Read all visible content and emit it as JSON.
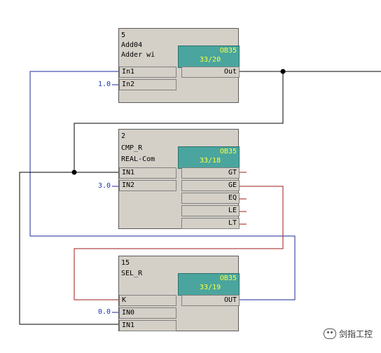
{
  "blocks": [
    {
      "number": "5",
      "type": "Add04",
      "desc": "Adder wi",
      "ob": "OB35",
      "addr": "33/20",
      "inputs": [
        "In1",
        "In2"
      ],
      "outputs": [
        "Out"
      ]
    },
    {
      "number": "2",
      "type": "CMP_R",
      "desc": "REAL-Com",
      "ob": "OB35",
      "addr": "33/18",
      "inputs": [
        "IN1",
        "IN2"
      ],
      "outputs": [
        "GT",
        "GE",
        "EQ",
        "LE",
        "LT"
      ]
    },
    {
      "number": "15",
      "type": "SEL_R",
      "desc": "",
      "ob": "OB35",
      "addr": "33/19",
      "inputs": [
        "K",
        "IN0",
        "IN1"
      ],
      "outputs": [
        "OUT"
      ]
    }
  ],
  "constants": {
    "add_in2": "1.0",
    "cmp_in2": "3.0",
    "sel_in0": "0.0"
  },
  "watermark": {
    "text": "剑指工控",
    "icon": "wechat-icon"
  },
  "colors": {
    "block_bg": "#d4d0c8",
    "badge_bg": "#4aa59e",
    "badge_text": "#ffff3c",
    "wire_blue": "#1a2a9a",
    "wire_red": "#a01818",
    "constant": "#1a33b0"
  }
}
